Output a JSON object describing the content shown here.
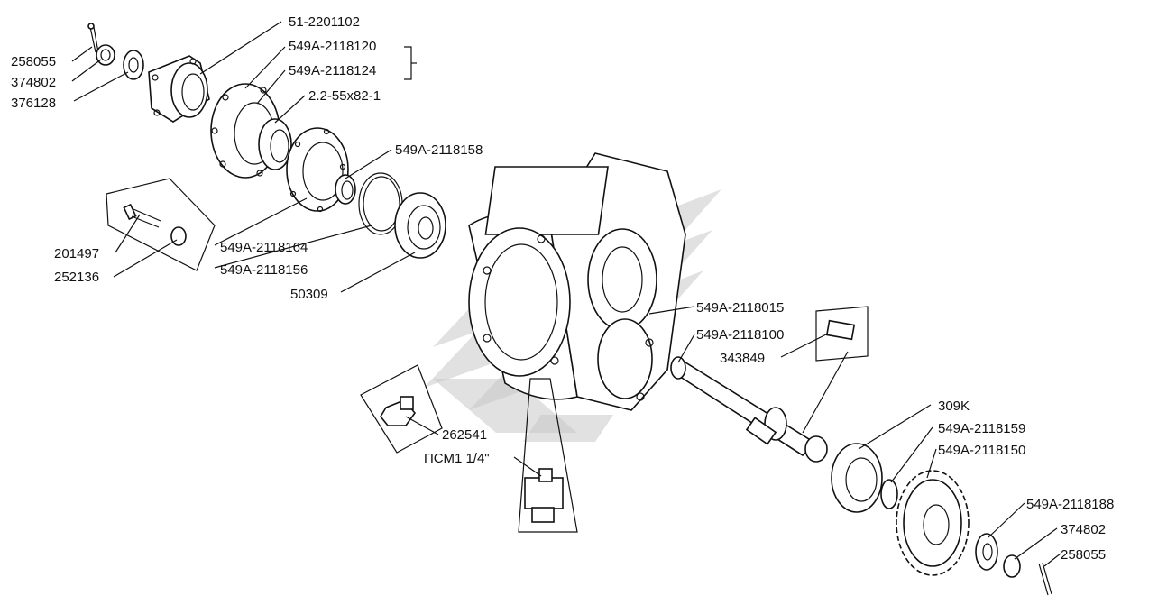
{
  "labels": {
    "l258055a": "258055",
    "l374802a": "374802",
    "l376128": "376128",
    "l51_2201102": "51-2201102",
    "l549A_2118120": "549A-2118120",
    "l549A_2118124": "549A-2118124",
    "l2_2_55x82_1": "2.2-55x82-1",
    "l549A_2118158": "549A-2118158",
    "l201497": "201497",
    "l252136": "252136",
    "l549A_2118164": "549A-2118164",
    "l549A_2118156": "549A-2118156",
    "l50309": "50309",
    "l549A_2118015": "549A-2118015",
    "l549A_2118100": "549A-2118100",
    "l343849": "343849",
    "l262541": "262541",
    "lPSM": "ПСМ1 1/4\"",
    "l309K": "309K",
    "l549A_2118159": "549A-2118159",
    "l549A_2118150": "549A-2118150",
    "l549A_2118188": "549A-2118188",
    "l374802b": "374802",
    "l258055b": "258055"
  },
  "colors": {
    "ink": "#111111",
    "watermark": "#c9c9c9",
    "background": "#ffffff"
  }
}
